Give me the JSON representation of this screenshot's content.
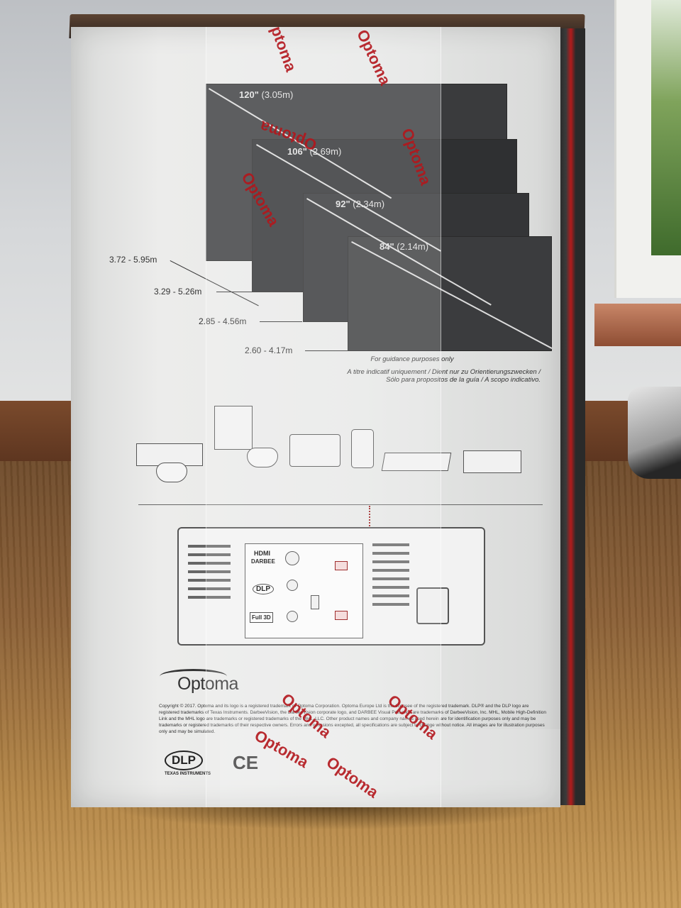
{
  "box": {
    "screen_sizes": [
      {
        "size": "120\"",
        "metric": "(3.05m)"
      },
      {
        "size": "106\"",
        "metric": "(2.69m)"
      },
      {
        "size": "92\"",
        "metric": "(2.34m)"
      },
      {
        "size": "84\"",
        "metric": "(2.14m)"
      }
    ],
    "distances": [
      "3.72 - 5.95m",
      "3.29 - 5.26m",
      "2.85 - 4.56m",
      "2.60 - 4.17m"
    ],
    "note_line1": "For guidance purposes only",
    "note_line2": "A titre indicatif uniquement / Dient nur zu Orientierungszwecken /",
    "note_line3": "Sólo para propositos de la guía / A scopo indicativo.",
    "brand": "Optoma",
    "tape_text": "Optoma",
    "legal": "Copyright © 2017. Optoma and its logo is a registered trademark of Optoma Corporation. Optoma Europe Ltd is the licensee of the registered trademark. DLP® and the DLP logo are registered trademarks of Texas Instruments. DarbeeVision, the DarbeeVision corporate logo, and DARBEE Visual Presence are trademarks of DarbeeVision, Inc. MHL, Mobile High-Definition Link and the MHL logo are trademarks or registered trademarks of the MHL, LLC. Other product names and company names used herein are for identification purposes only and may be trademarks or registered trademarks of their respective owners. Errors and omissions excepted, all specifications are subject to change without notice. All images are for illustration purposes only and may be simulated.",
    "dlp_mark": "DLP",
    "dlp_maker": "TEXAS INSTRUMENTS",
    "ce_mark": "CE",
    "panel": {
      "hdmi": "HDMI",
      "darbee": "DARBEE",
      "dlp": "DLP",
      "full3d": "Full 3D"
    }
  },
  "colors": {
    "tape_red": "#b3161c",
    "screen_grey": "#3d3d3f",
    "box_face": "#e7e8e7"
  }
}
